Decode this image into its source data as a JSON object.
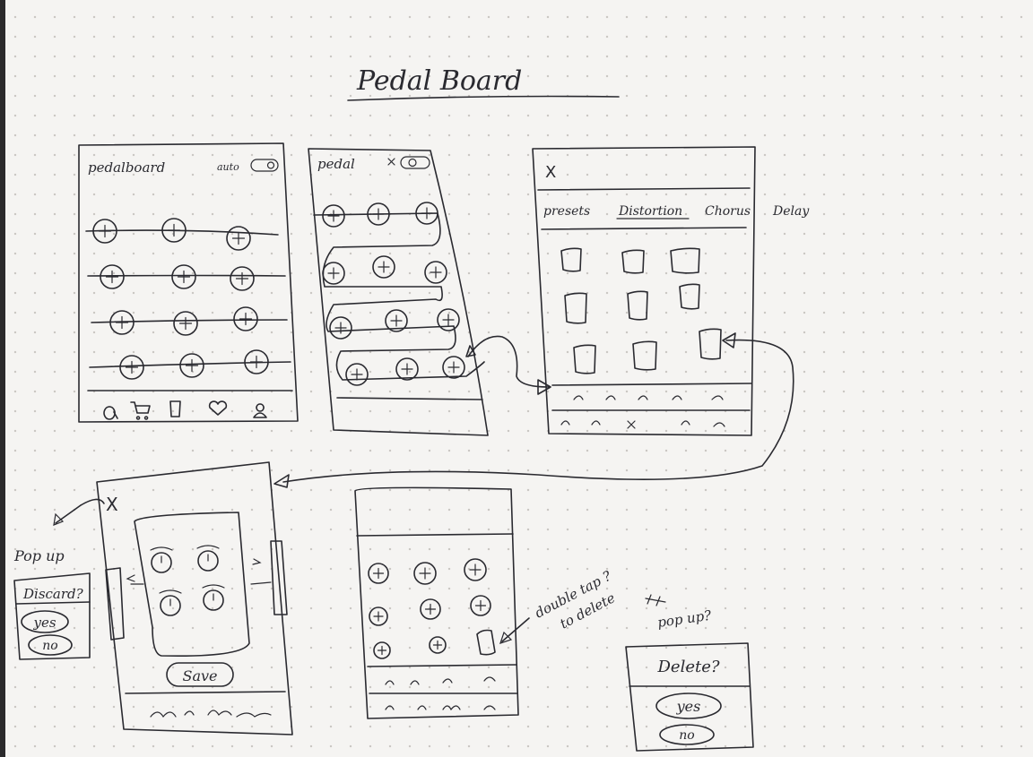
{
  "title": "Pedal Board",
  "screen1": {
    "header_title": "pedalboard",
    "header_toggle_label": "auto",
    "nav_icons": [
      "search-icon",
      "cart-icon",
      "pedal-icon",
      "heart-icon",
      "profile-icon"
    ]
  },
  "screen2": {
    "header_title": "pedal"
  },
  "screen3": {
    "close_label": "X",
    "tabs": [
      "presets",
      "Distortion",
      "Chorus",
      "Delay"
    ],
    "active_tab": "Distortion"
  },
  "screen4": {
    "close_label": "X",
    "save_label": "Save"
  },
  "discard_popup": {
    "annotation": "Pop up",
    "question": "Discard?",
    "yes_label": "yes",
    "no_label": "no"
  },
  "delete_popup": {
    "annotation_line1": "double tap ?",
    "annotation_line2": "to delete",
    "annotation_popup": "pop up?",
    "question": "Delete?",
    "yes_label": "yes",
    "no_label": "no"
  }
}
